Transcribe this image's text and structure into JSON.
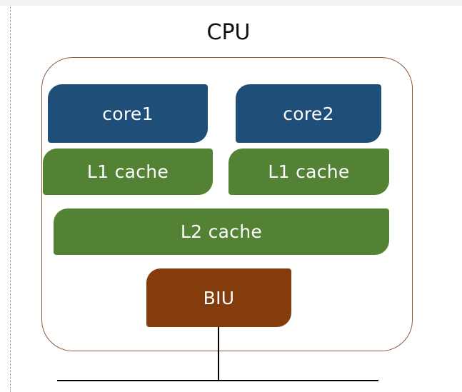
{
  "diagram": {
    "title": "CPU",
    "cores": [
      {
        "label": "core1"
      },
      {
        "label": "core2"
      }
    ],
    "l1_caches": [
      {
        "label": "L1 cache"
      },
      {
        "label": "L1 cache"
      }
    ],
    "l2_cache": {
      "label": "L2 cache"
    },
    "biu": {
      "label": "BIU"
    },
    "colors": {
      "core": "#1f4e79",
      "cache": "#548235",
      "biu": "#843c0c",
      "frame": "#8b5a3c"
    }
  }
}
